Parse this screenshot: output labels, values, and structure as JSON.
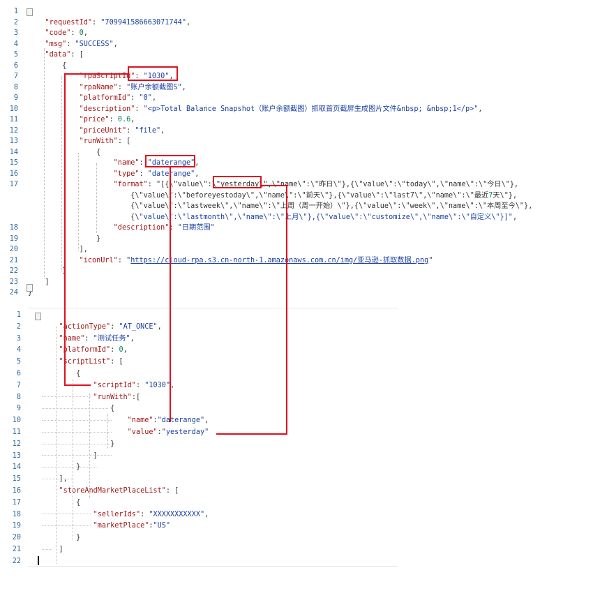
{
  "editor1": {
    "lines": [
      {
        "n": "1",
        "t": ""
      },
      {
        "n": "2",
        "t": "    \"requestId\": \"709941586663071744\","
      },
      {
        "n": "3",
        "t": "    \"code\": 0,"
      },
      {
        "n": "4",
        "t": "    \"msg\": \"SUCCESS\","
      },
      {
        "n": "5",
        "t": "    \"data\": ["
      },
      {
        "n": "6",
        "t": "        {"
      },
      {
        "n": "7",
        "t": "            \"rpaScriptId\": \"1030\","
      },
      {
        "n": "8",
        "t": "            \"rpaName\": \"账户余额截图S\","
      },
      {
        "n": "9",
        "t": "            \"platformId\": \"0\","
      },
      {
        "n": "10",
        "t": "            \"description\": \"<p>Total Balance Snapshot（账户余额截图）抓取首页截屏生成图片文件&nbsp; &nbsp;1</p>\","
      },
      {
        "n": "11",
        "t": "            \"price\": 0.6,"
      },
      {
        "n": "12",
        "t": "            \"priceUnit\": \"file\","
      },
      {
        "n": "13",
        "t": "            \"runWith\": ["
      },
      {
        "n": "14",
        "t": "                {"
      },
      {
        "n": "15",
        "t": "                    \"name\": \"daterange\","
      },
      {
        "n": "16",
        "t": "                    \"type\": \"daterange\","
      },
      {
        "n": "17",
        "t": "                    \"format\": \"[{\\\"value\\\":\\\"yesterday\\\",\\\"name\\\":\\\"昨日\\\"},{\\\"value\\\":\\\"today\\\",\\\"name\\\":\\\"今日\\\"},"
      },
      {
        "n": "",
        "t": "                        {\\\"value\\\":\\\"beforeyestoday\\\",\\\"name\\\":\\\"前天\\\"},{\\\"value\\\":\\\"last7\\\",\\\"name\\\":\\\"最近7天\\\"},"
      },
      {
        "n": "",
        "t": "                        {\\\"value\\\":\\\"lastweek\\\",\\\"name\\\":\\\"上周（周一开始）\\\"},{\\\"value\\\":\\\"week\\\",\\\"name\\\":\\\"本周至今\\\"},"
      },
      {
        "n": "",
        "t": "                        {\\\"value\\\":\\\"lastmonth\\\",\\\"name\\\":\\\"上月\\\"},{\\\"value\\\":\\\"customize\\\",\\\"name\\\":\\\"自定义\\\"}]\","
      },
      {
        "n": "18",
        "t": "                    \"description\": \"日期范围\""
      },
      {
        "n": "19",
        "t": "                }"
      },
      {
        "n": "20",
        "t": "            ],"
      },
      {
        "n": "21",
        "t": "            \"iconUrl\": \"https://cloud-rpa.s3.cn-north-1.amazonaws.com.cn/img/亚马逊-抓取数据.png\""
      },
      {
        "n": "22",
        "t": "        }"
      },
      {
        "n": "23",
        "t": "    ]"
      },
      {
        "n": "24",
        "t": "}"
      }
    ]
  },
  "editor2": {
    "lines": [
      {
        "n": "1",
        "t": ""
      },
      {
        "n": "2",
        "t": "    \"actionType\": \"AT_ONCE\","
      },
      {
        "n": "3",
        "t": "    \"name\": \"测试任务\","
      },
      {
        "n": "4",
        "t": "    \"platformId\": 0,"
      },
      {
        "n": "5",
        "t": "    \"scriptList\": ["
      },
      {
        "n": "6",
        "t": "        {"
      },
      {
        "n": "7",
        "t": "            \"scriptId\": \"1030\","
      },
      {
        "n": "8",
        "t": "            \"runWith\":["
      },
      {
        "n": "9",
        "t": "                {"
      },
      {
        "n": "10",
        "t": "                    \"name\":\"daterange\","
      },
      {
        "n": "11",
        "t": "                    \"value\":\"yesterday\""
      },
      {
        "n": "12",
        "t": "                }"
      },
      {
        "n": "13",
        "t": "            ]"
      },
      {
        "n": "14",
        "t": "        }"
      },
      {
        "n": "15",
        "t": "    ],"
      },
      {
        "n": "16",
        "t": "    \"storeAndMarketPlaceList\": ["
      },
      {
        "n": "17",
        "t": "        {"
      },
      {
        "n": "18",
        "t": "            \"sellerIds\": \"XXXXXXXXXXX\","
      },
      {
        "n": "19",
        "t": "            \"marketPlace\":\"US\""
      },
      {
        "n": "20",
        "t": "        }"
      },
      {
        "n": "21",
        "t": "    ]"
      },
      {
        "n": "22",
        "t": ""
      }
    ]
  },
  "colors": {
    "highlight": "#e0101e",
    "key": "#a31515",
    "string": "#1a3f9f",
    "lineNumber": "#2b6b9e"
  }
}
